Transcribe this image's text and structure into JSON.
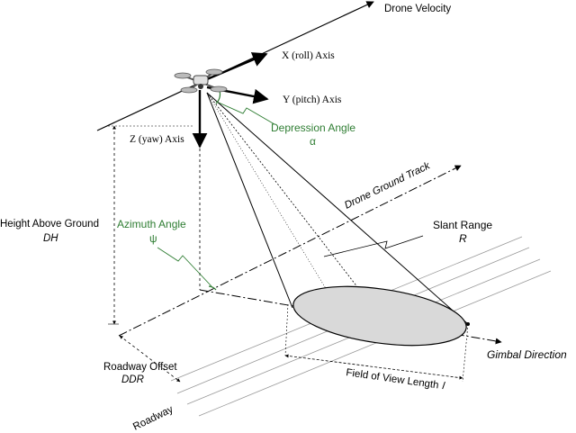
{
  "labels": {
    "drone_velocity": "Drone Velocity",
    "x_axis": "X (roll) Axis",
    "y_axis": "Y (pitch) Axis",
    "z_axis": "Z (yaw) Axis",
    "depression_angle": "Depression Angle",
    "depression_symbol": "α",
    "drone_ground_track": "Drone Ground Track",
    "slant_range": "Slant Range",
    "slant_range_symbol": "R",
    "height_above_ground": "Height Above Ground",
    "height_symbol": "DH",
    "azimuth_angle": "Azimuth  Angle",
    "azimuth_symbol": "ψ",
    "gimbal_direction": "Gimbal Direction",
    "roadway_offset": "Roadway Offset",
    "roadway_offset_symbol": "DDR",
    "field_of_view_length": "Field of View Length",
    "field_of_view_symbol": "l",
    "roadway": "Roadway"
  },
  "colors": {
    "angle_labels": "#2e7d32",
    "ellipse_fill": "#d9d9d9",
    "lines": "#000000"
  }
}
